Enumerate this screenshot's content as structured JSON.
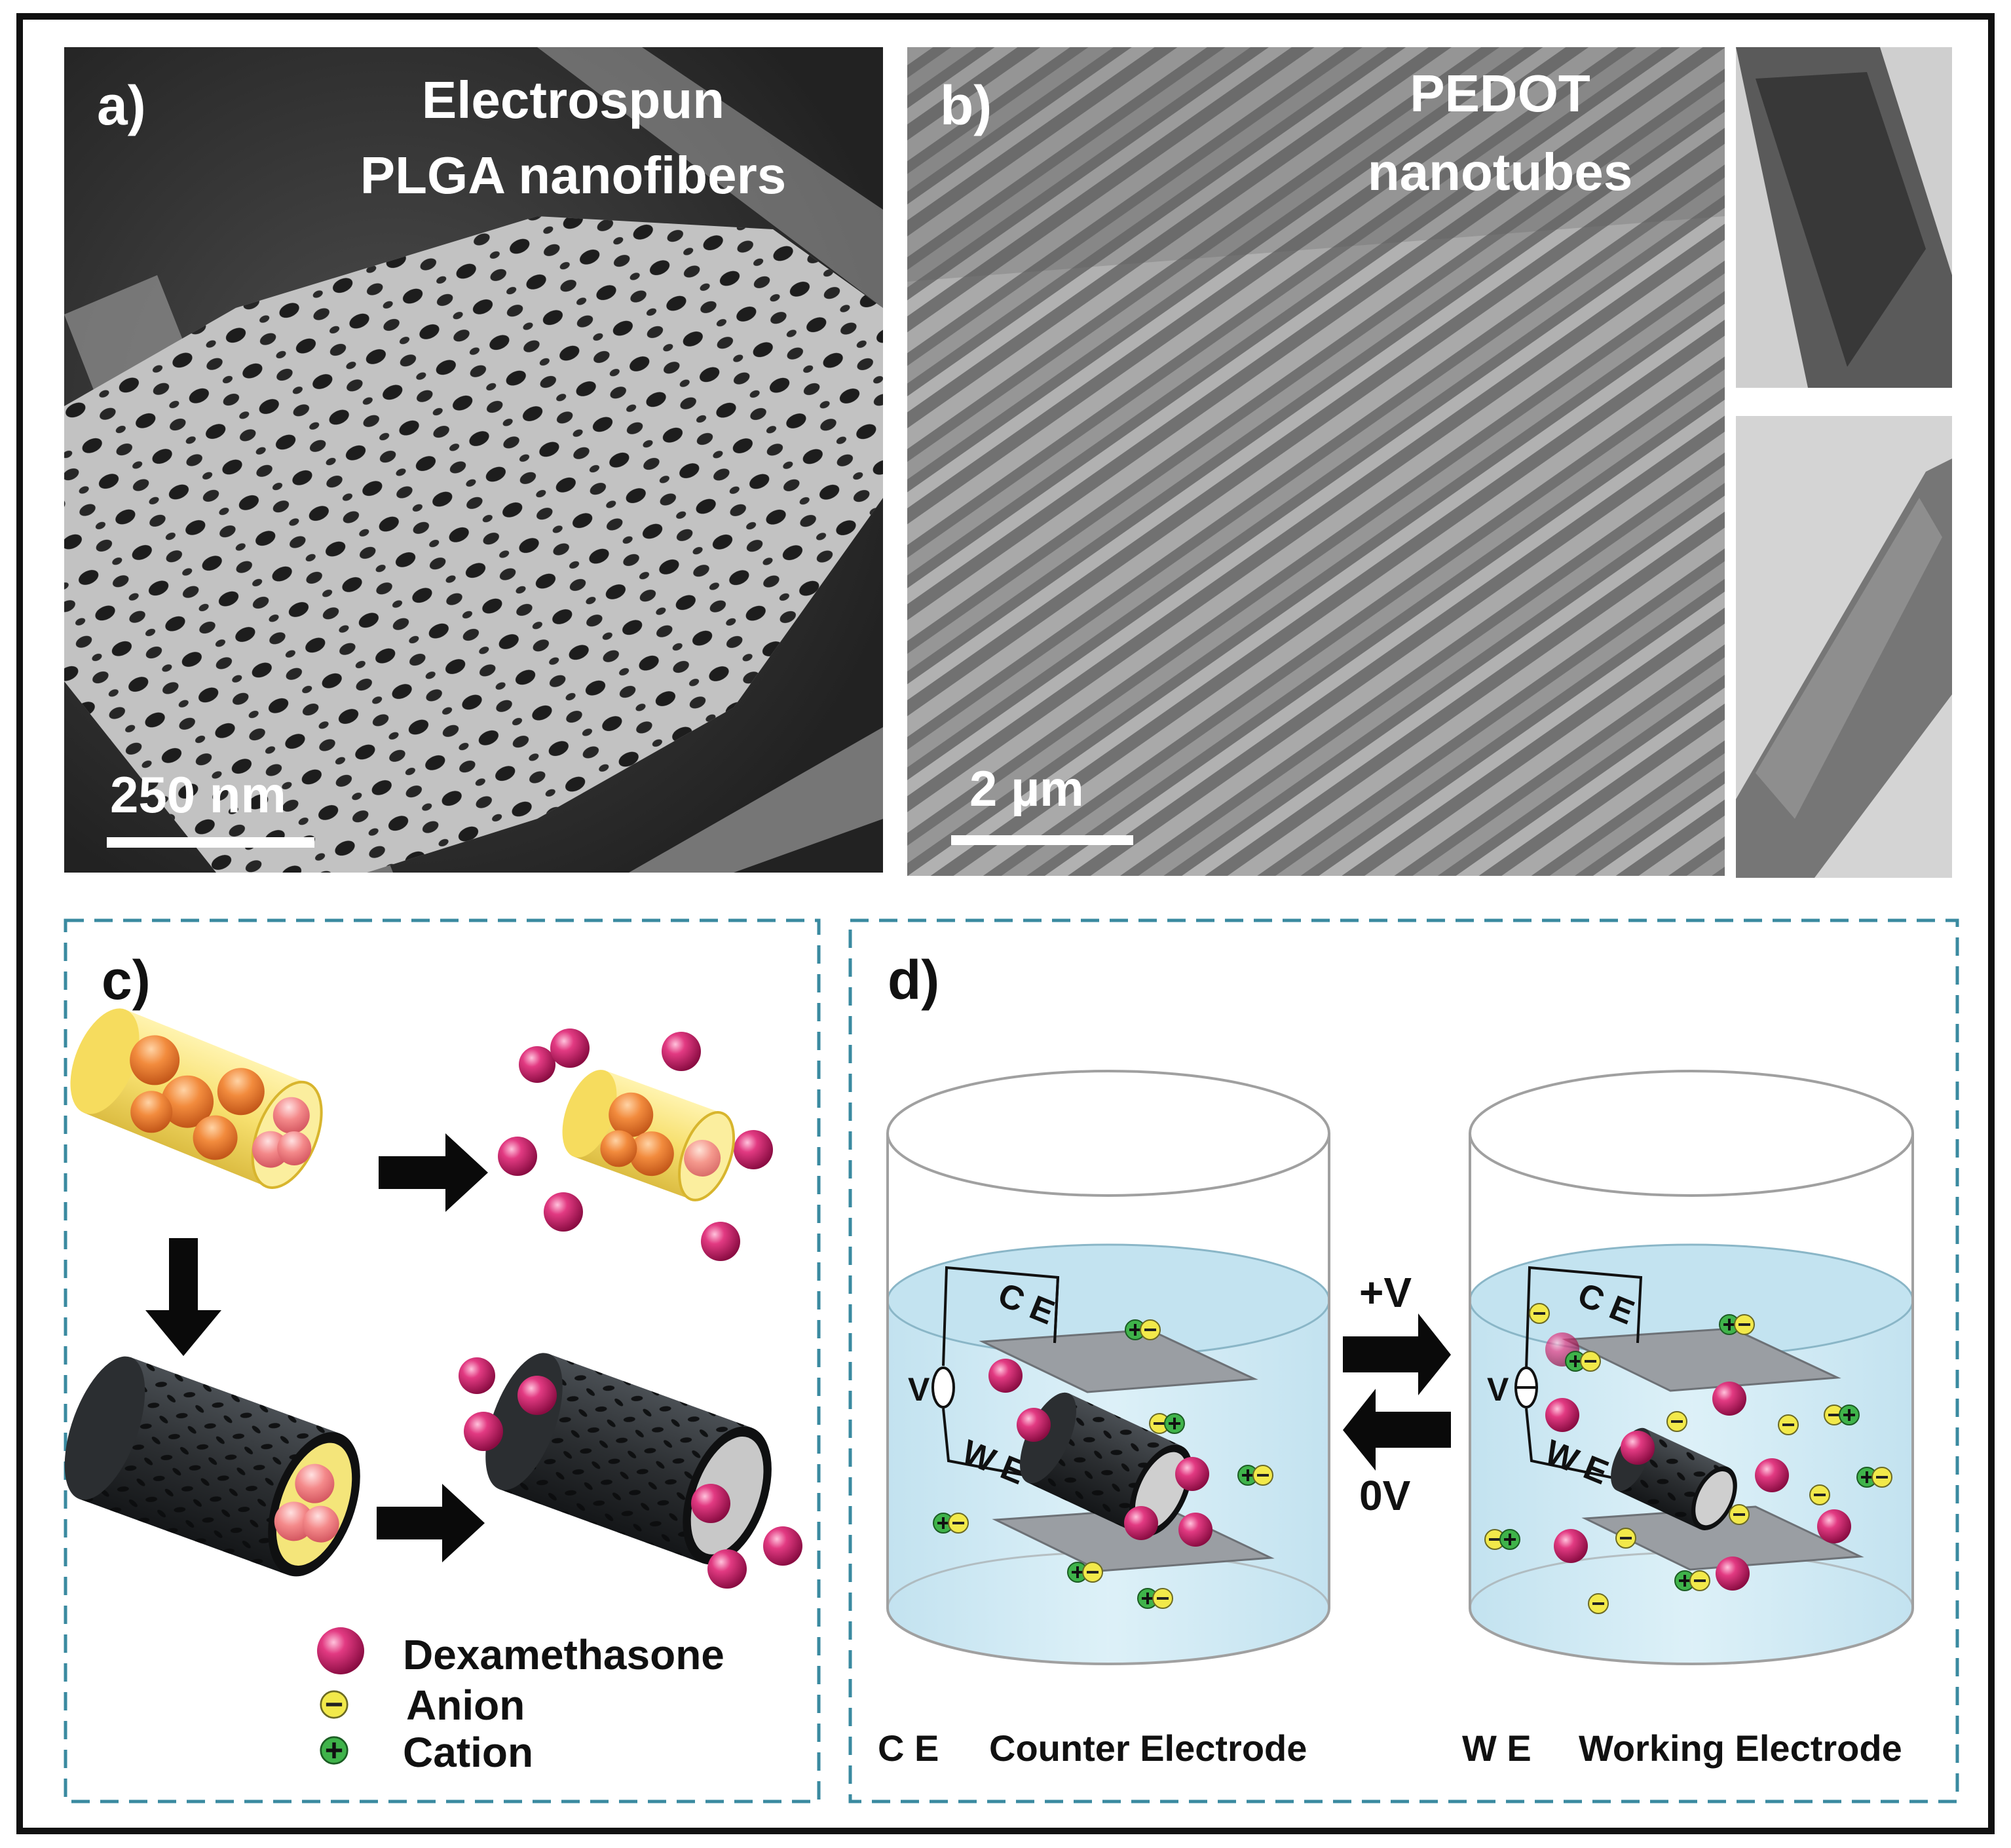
{
  "panels": {
    "a": {
      "label": "a)",
      "title_line1": "Electrospun",
      "title_line2": "PLGA nanofibers",
      "scale_bar": "250 nm"
    },
    "b": {
      "label": "b)",
      "title_line1": "PEDOT",
      "title_line2": "nanotubes",
      "scale_bar": "2 µm"
    },
    "c": {
      "label": "c)",
      "legend": [
        {
          "symbol": "dexamethasone-sphere",
          "label": "Dexamethasone"
        },
        {
          "symbol": "anion-minus",
          "label": "Anion"
        },
        {
          "symbol": "cation-plus",
          "label": "Cation"
        }
      ]
    },
    "d": {
      "label": "d)",
      "plus_v": "+V",
      "zero_v": "0V",
      "v_label": "V",
      "ce_label": "C E",
      "we_label": "W E",
      "footer": [
        {
          "abbr": "C E",
          "name": "Counter Electrode"
        },
        {
          "abbr": "W E",
          "name": "Working Electrode"
        }
      ]
    }
  },
  "colors": {
    "dexamethasone": "#d6266f",
    "anion": "#f2e94a",
    "cation": "#3fb34a",
    "dash_border": "#3a8aa0",
    "water": "#c9e6f2",
    "plga": "#f5e27a",
    "pedot": "#2b2e31"
  }
}
